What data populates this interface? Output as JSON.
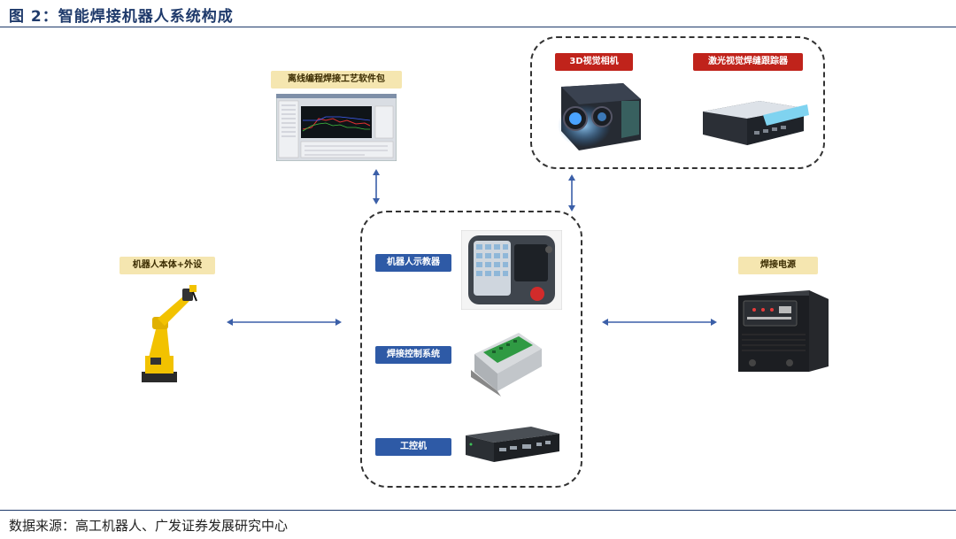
{
  "figure": {
    "title": "图 2：智能焊接机器人系统构成",
    "source": "数据来源：高工机器人、广发证券发展研究中心"
  },
  "components": {
    "software": {
      "label": "离线编程焊接工艺软件包"
    },
    "camera_3d": {
      "label": "3D视觉相机"
    },
    "laser_tracker": {
      "label": "激光视觉焊缝跟踪器"
    },
    "robot_body": {
      "label": "机器人本体+外设"
    },
    "teach_pendant": {
      "label": "机器人示教器"
    },
    "weld_control": {
      "label": "焊接控制系统"
    },
    "ipc": {
      "label": "工控机"
    },
    "power_supply": {
      "label": "焊接电源"
    }
  },
  "colors": {
    "gold_label": "#f5e6b0",
    "red_label": "#c0231b",
    "blue_label": "#2e5aa6",
    "arrow": "#3b5fa8",
    "robot_yellow": "#f2c200",
    "title_navy": "#1f3a6b"
  }
}
